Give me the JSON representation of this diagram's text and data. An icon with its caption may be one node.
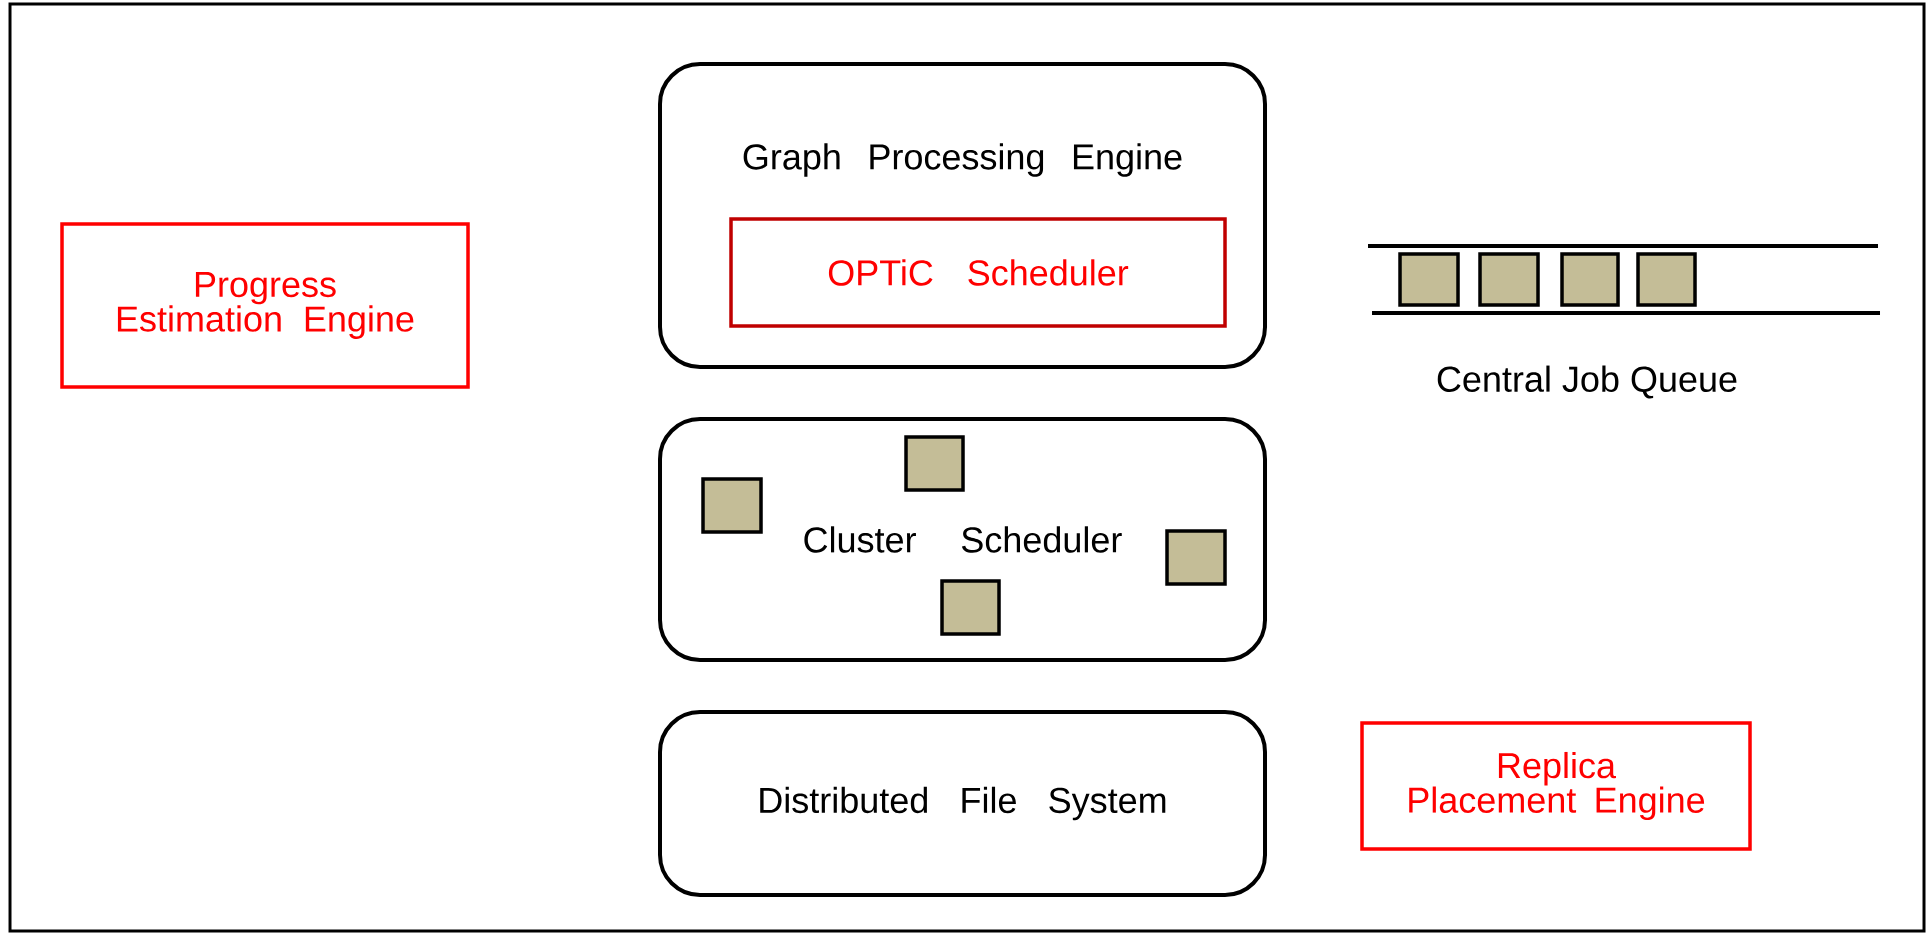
{
  "diagram": {
    "nodes": [
      {
        "text": [
          "Progress Estimation Engine"
        ]
      },
      {
        "text": [
          "Graph Processing Engine"
        ]
      },
      {
        "text": [
          "OPTiC Scheduler"
        ],
        "in": 1
      },
      {
        "text": [
          "Cluster Scheduler"
        ]
      },
      {
        "text": [],
        "shape": "box",
        "in": 3
      },
      {
        "text": [],
        "shape": "box",
        "in": 3
      },
      {
        "text": [],
        "shape": "box",
        "in": 3
      },
      {
        "text": [],
        "shape": "box",
        "in": 3
      },
      {
        "text": [],
        "shape": "box"
      },
      {
        "text": [],
        "shape": "box"
      },
      {
        "text": [],
        "shape": "box"
      },
      {
        "text": [],
        "shape": "box"
      },
      {
        "text": [
          "Distributed File System"
        ]
      },
      {
        "text": [
          "Replica Placement Engine"
        ]
      }
    ],
    "labels": [
      "Central Job Queue"
    ]
  }
}
